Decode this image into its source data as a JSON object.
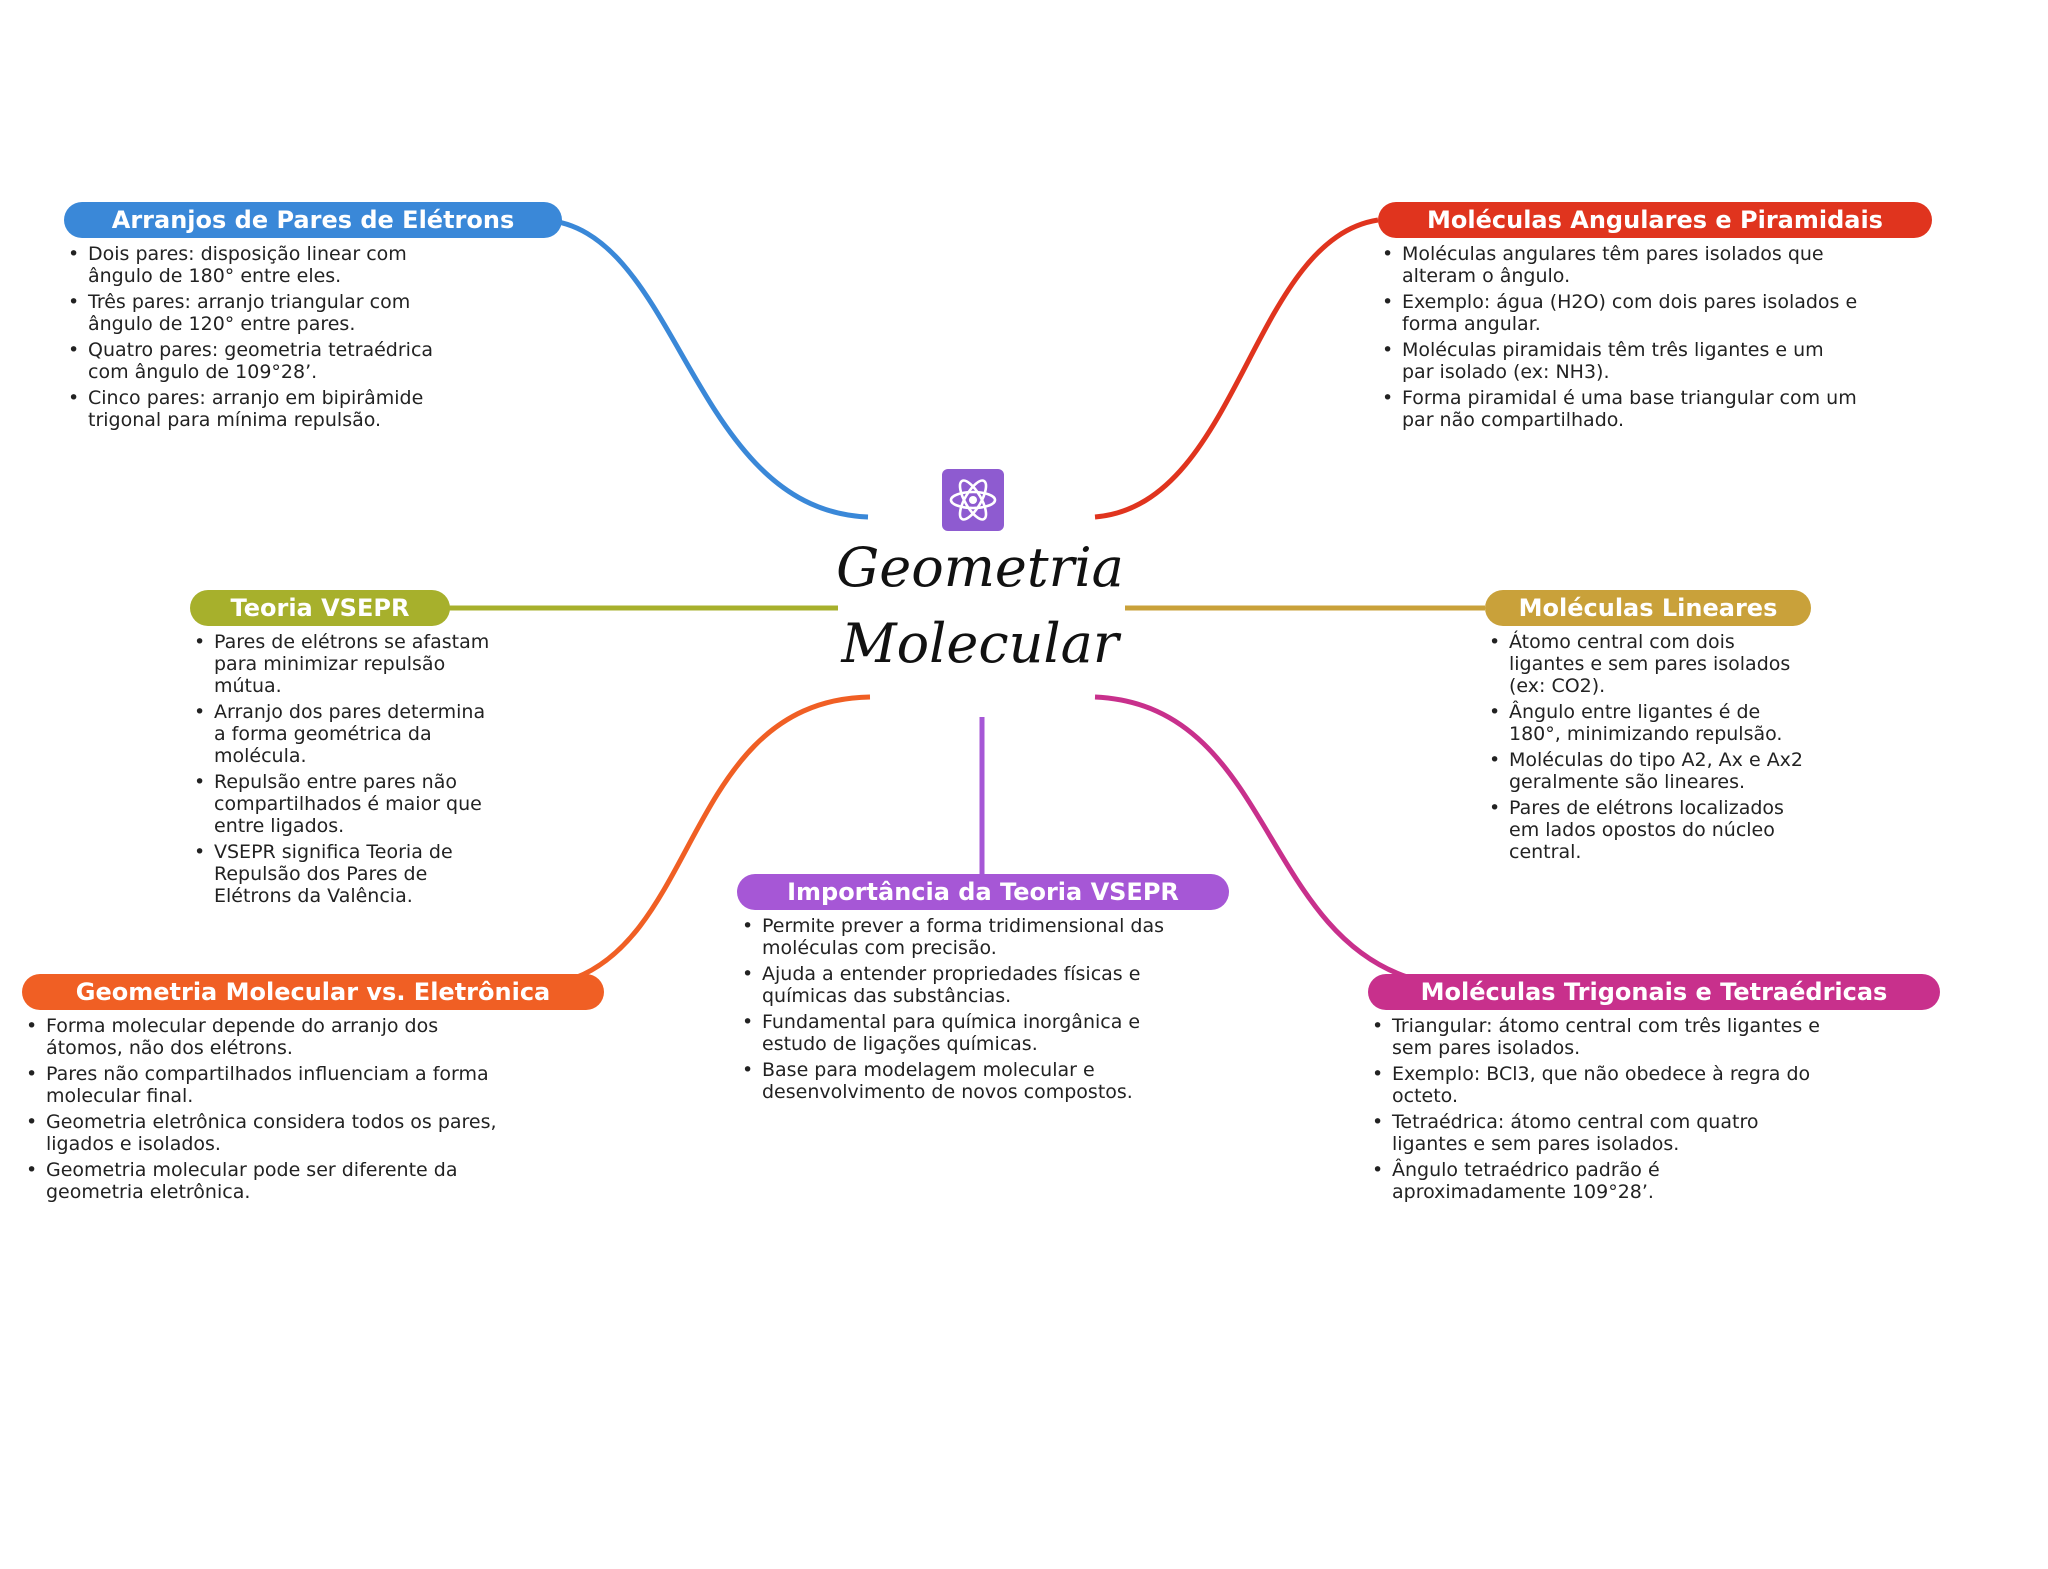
{
  "center": {
    "title_line1": "Geometria",
    "title_line2": "Molecular",
    "icon": "atom-icon"
  },
  "colors": {
    "blue": "#3a88d8",
    "red": "#e0341e",
    "olive": "#a7b02c",
    "gold": "#c9a13a",
    "orange": "#f05f24",
    "purple": "#a657d6",
    "magenta": "#c8308c",
    "icon_bg": "#8e5bd0"
  },
  "branches": {
    "arranjos": {
      "title": "Arranjos de Pares de Elétrons",
      "items": [
        "Dois pares: disposição linear com ângulo de 180° entre eles.",
        "Três pares: arranjo triangular com ângulo de 120° entre pares.",
        "Quatro pares: geometria tetraédrica com ângulo de 109°28’.",
        "Cinco pares: arranjo em bipirâmide trigonal para mínima repulsão."
      ]
    },
    "angulares": {
      "title": "Moléculas Angulares e Piramidais",
      "items": [
        "Moléculas angulares têm pares isolados que alteram o ângulo.",
        "Exemplo: água (H2O) com dois pares isolados e forma angular.",
        "Moléculas piramidais têm três ligantes e um par isolado (ex: NH3).",
        "Forma piramidal é uma base triangular com um par não compartilhado."
      ]
    },
    "vsepr": {
      "title": "Teoria VSEPR",
      "items": [
        "Pares de elétrons se afastam para minimizar repulsão mútua.",
        "Arranjo dos pares determina a forma geométrica da molécula.",
        "Repulsão entre pares não compartilhados é maior que entre ligados.",
        "VSEPR significa Teoria de Repulsão dos Pares de Elétrons da Valência."
      ]
    },
    "lineares": {
      "title": "Moléculas Lineares",
      "items": [
        "Átomo central com dois ligantes e sem pares isolados (ex: CO2).",
        "Ângulo entre ligantes é de 180°, minimizando repulsão.",
        "Moléculas do tipo A2, Ax e Ax2 geralmente são lineares.",
        "Pares de elétrons localizados em lados opostos do núcleo central."
      ]
    },
    "importancia": {
      "title": "Importância da Teoria VSEPR",
      "items": [
        "Permite prever a forma tridimensional das moléculas com precisão.",
        "Ajuda a entender propriedades físicas e químicas das substâncias.",
        "Fundamental para química inorgânica e estudo de ligações químicas.",
        "Base para modelagem molecular e desenvolvimento de novos compostos."
      ]
    },
    "geomol": {
      "title": "Geometria Molecular vs. Eletrônica",
      "items": [
        "Forma molecular depende do arranjo dos átomos, não dos elétrons.",
        "Pares não compartilhados influenciam a forma molecular final.",
        "Geometria eletrônica considera todos os pares, ligados e isolados.",
        "Geometria molecular pode ser diferente da geometria eletrônica."
      ]
    },
    "trigonais": {
      "title": "Moléculas Trigonais e Tetraédricas",
      "items": [
        "Triangular: átomo central com três ligantes e sem pares isolados.",
        "Exemplo: BCl3, que não obedece à regra do octeto.",
        "Tetraédrica: átomo central com quatro ligantes e sem pares isolados.",
        "Ângulo tetraédrico padrão é aproximadamente 109°28’."
      ]
    }
  }
}
